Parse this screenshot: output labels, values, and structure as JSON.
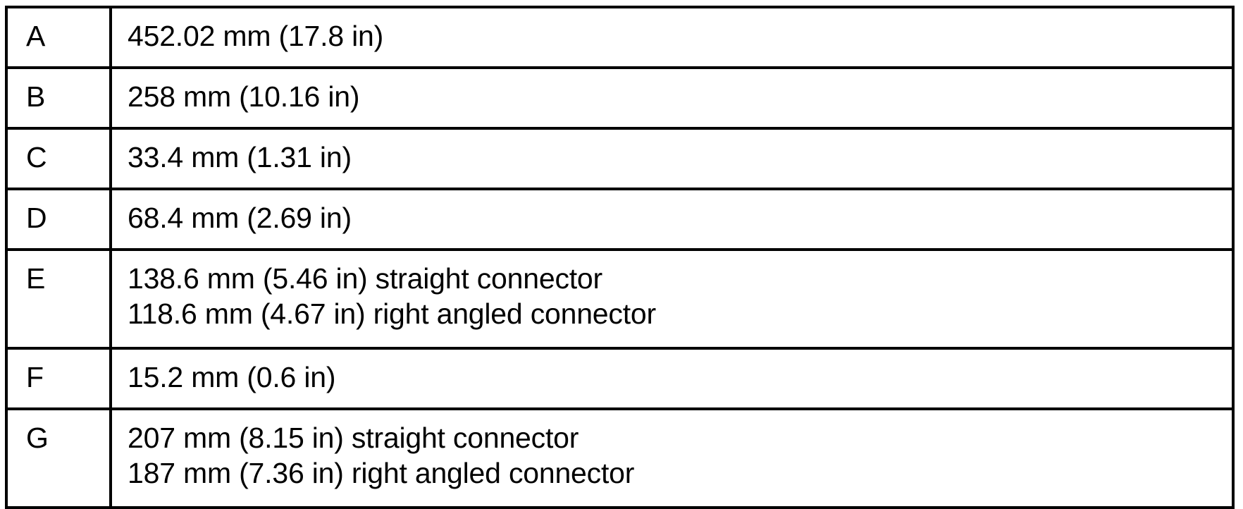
{
  "table": {
    "columns": [
      "label",
      "value"
    ],
    "rows": [
      {
        "label": "A",
        "value": "452.02 mm (17.8 in)",
        "lines": 1
      },
      {
        "label": "B",
        "value": "258 mm (10.16 in)",
        "lines": 1
      },
      {
        "label": "C",
        "value": "33.4 mm (1.31 in)",
        "lines": 1
      },
      {
        "label": "D",
        "value": "68.4 mm (2.69 in)",
        "lines": 1
      },
      {
        "label": "E",
        "value": "138.6 mm (5.46 in) straight connector\n118.6 mm (4.67 in) right angled connector",
        "lines": 2
      },
      {
        "label": "F",
        "value": "15.2 mm (0.6 in)",
        "lines": 1
      },
      {
        "label": "G",
        "value": "207 mm (8.15 in) straight connector\n187 mm (7.36 in) right angled connector",
        "lines": 2
      }
    ]
  },
  "style": {
    "border_color": "#000000",
    "background_color": "#ffffff",
    "text_color": "#000000"
  }
}
